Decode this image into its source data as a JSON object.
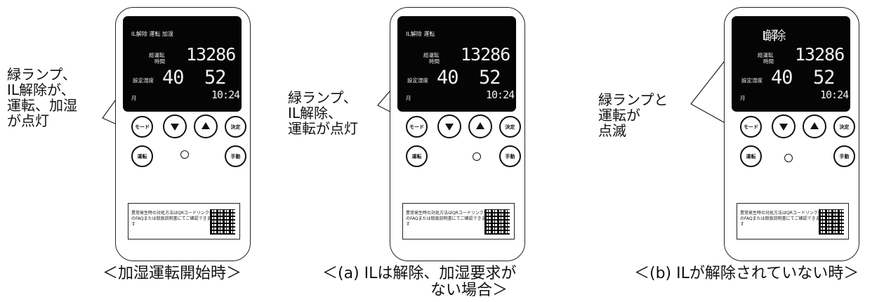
{
  "panels": [
    {
      "screen": {
        "mode_text": "IL解除 運転 加湿",
        "total_label": "総運転",
        "time_label": "時間",
        "total_value": "13286",
        "setting_label": "設定湿度",
        "set_value": "40",
        "current_value": "52",
        "month_label": "月",
        "clock": "10:24"
      },
      "buttons": {
        "mode": "モード",
        "ok": "決定",
        "run": "運転",
        "manual": "手動"
      },
      "info": "異常発生時の対処方法はQRコードリンク先のFAQまたは取扱説明書にてご確認できます",
      "callout": "緑ランプ、\nIL解除が、\n運転、加湿\nが点灯",
      "caption": "＜加湿運転開始時＞"
    },
    {
      "screen": {
        "mode_text": "IL解除 運転",
        "total_label": "総運転",
        "time_label": "時間",
        "total_value": "13286",
        "setting_label": "設定湿度",
        "set_value": "40",
        "current_value": "52",
        "month_label": "月",
        "clock": "10:24"
      },
      "buttons": {
        "mode": "モード",
        "ok": "決定",
        "run": "運転",
        "manual": "手動"
      },
      "info": "異常発生時の対処方法はQRコードリンク先のFAQまたは取扱説明書にてご確認できます",
      "callout": "緑ランプ、\nIL解除、\n運転が点灯",
      "caption": "＜(a) ILは解除、加湿要求が\n　　　　　　　ない場合＞"
    },
    {
      "screen": {
        "mode_text": "",
        "total_label": "総運転",
        "time_label": "時間",
        "total_value": "13286",
        "setting_label": "設定湿度",
        "set_value": "40",
        "current_value": "52",
        "month_label": "月",
        "clock": "10:24"
      },
      "buttons": {
        "mode": "モード",
        "ok": "決定",
        "run": "運転",
        "manual": "手動"
      },
      "info": "異常発生時の対処方法はQRコードリンク先のFAQまたは取扱説明書にてご確認できます",
      "callout": "緑ランプと\n運転が\n点滅",
      "caption": "＜(b) ILが解除されていない時＞"
    }
  ]
}
